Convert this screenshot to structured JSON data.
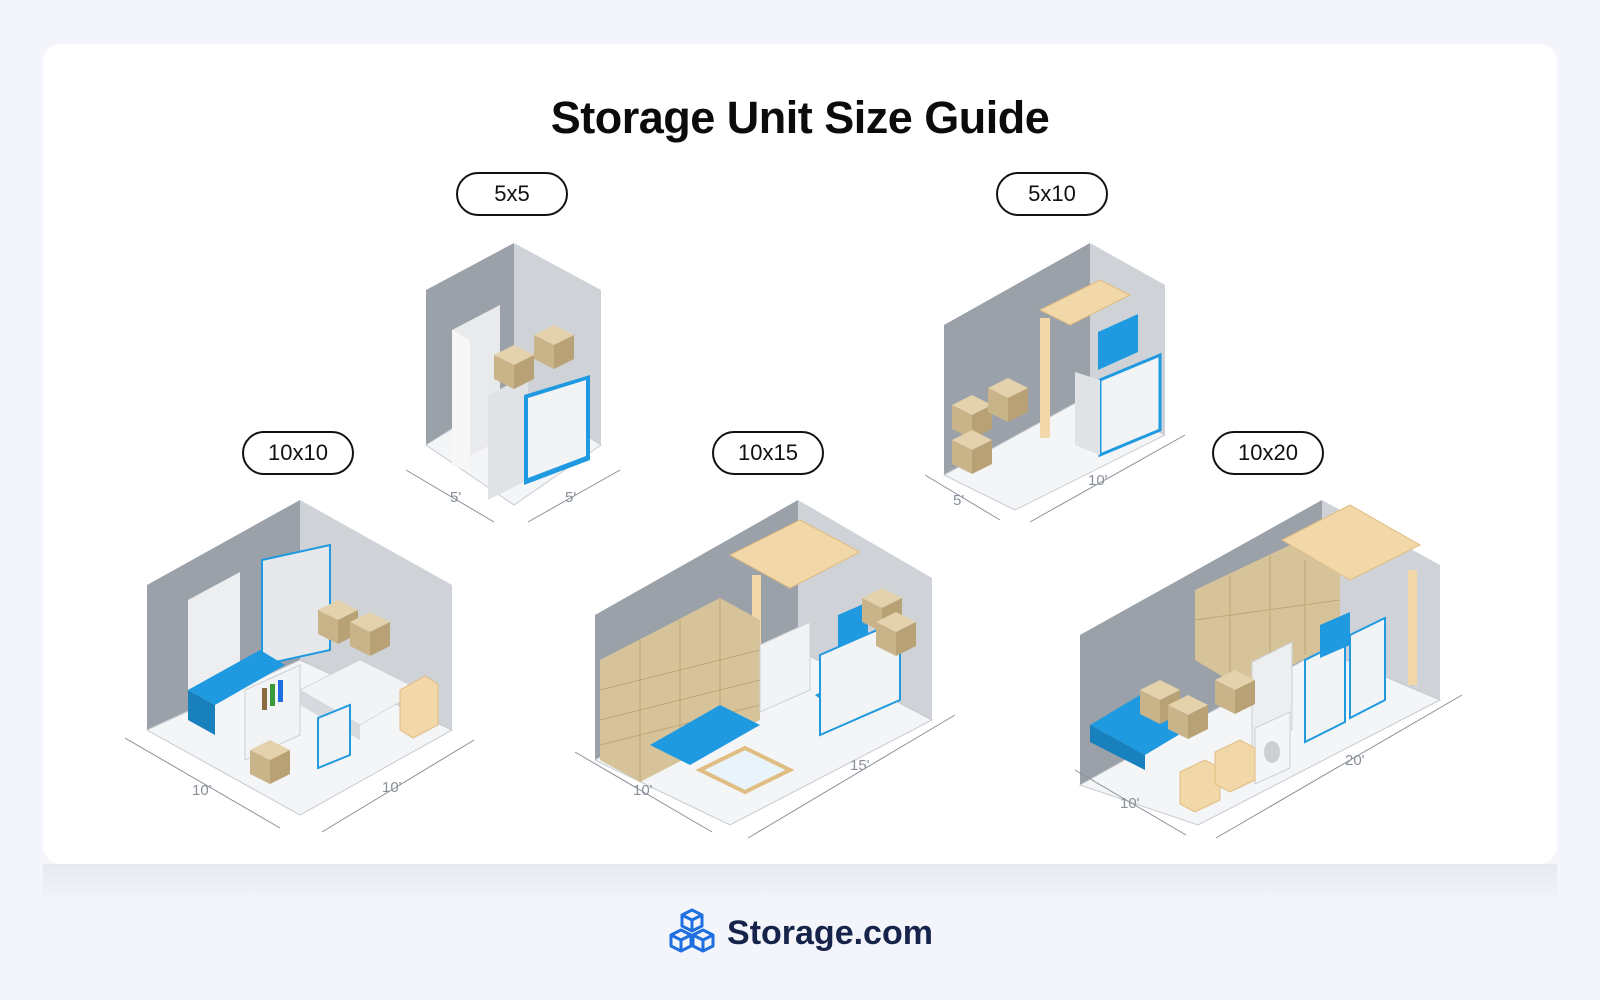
{
  "title": "Storage Unit Size Guide",
  "units": [
    {
      "label": "5x5",
      "dims": [
        "5'",
        "5'"
      ]
    },
    {
      "label": "5x10",
      "dims": [
        "5'",
        "10'"
      ]
    },
    {
      "label": "10x10",
      "dims": [
        "10'",
        "10'"
      ]
    },
    {
      "label": "10x15",
      "dims": [
        "10'",
        "15'"
      ]
    },
    {
      "label": "10x20",
      "dims": [
        "10'",
        "20'"
      ]
    }
  ],
  "brand": {
    "name": "Storage.com",
    "icon": "cubes-logo-icon",
    "color": "#1f6fe0"
  },
  "colors": {
    "wall_dark": "#9aa1a9",
    "wall_light": "#cfd3d8",
    "floor": "#f4f5f7",
    "box": "#d6c39a",
    "sofa": "#1f9ae0",
    "wood": "#f2d7a8"
  }
}
